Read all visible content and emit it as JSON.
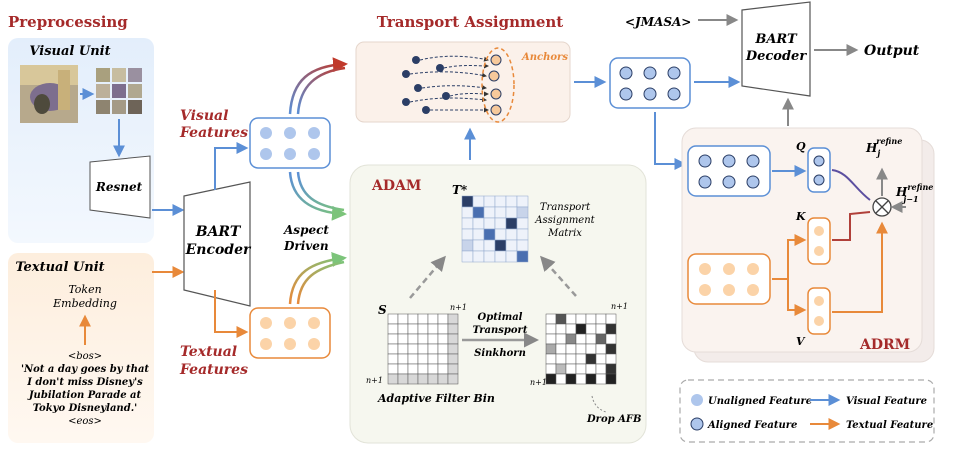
{
  "labels": {
    "preprocessing": "Preprocessing",
    "visual_unit": "Visual Unit",
    "resnet": "Resnet",
    "textual_unit": "Textual Unit",
    "token_embedding_1": "Token",
    "token_embedding_2": "Embedding",
    "bos": "<bos>",
    "input_text": [
      "'Not a day goes by that",
      "I don't miss Disney's",
      "Jubilation Parade at",
      "Tokyo Disneyland.'"
    ],
    "eos": "<eos>",
    "bart_encoder_1": "BART",
    "bart_encoder_2": "Encoder",
    "visual_features_1": "Visual",
    "visual_features_2": "Features",
    "textual_features_1": "Textual",
    "textual_features_2": "Features",
    "aspect_driven_1": "Aspect",
    "aspect_driven_2": "Driven",
    "transport_assignment": "Transport Assignment",
    "anchors": "Anchors",
    "adam": "ADAM",
    "t_star": "T*",
    "tam_1": "Transport",
    "tam_2": "Assignment",
    "tam_3": "Matrix",
    "s_label": "S",
    "n1": "n+1",
    "optimal_transport_1": "Optimal",
    "optimal_transport_2": "Transport",
    "sinkhorn": "Sinkhorn",
    "adaptive_filter_bin": "Adaptive Filter Bin",
    "drop_afb": "Drop AFB",
    "jmasa": "<JMASA>",
    "bart_decoder_1": "BART",
    "bart_decoder_2": "Decoder",
    "output": "Output",
    "q": "Q",
    "k": "K",
    "v": "V",
    "h_refine_j": "H",
    "h_sub_j": "j",
    "h_sup_refine": "refine",
    "h_refine_j1": "H",
    "h_sub_j1": "j−1",
    "h_sup_refine2": "refine",
    "adrm": "ADRM"
  },
  "legend": {
    "unaligned": "Unaligned Feature",
    "aligned": "Aligned Feature",
    "visual": "Visual Feature",
    "textual": "Textual Feature"
  },
  "colors": {
    "visual": "#5b8fd6",
    "textual": "#e8893a",
    "title_red": "#a52a2a",
    "visual_bg": "#e8f1fc",
    "textual_bg": "#fdf0e4"
  }
}
